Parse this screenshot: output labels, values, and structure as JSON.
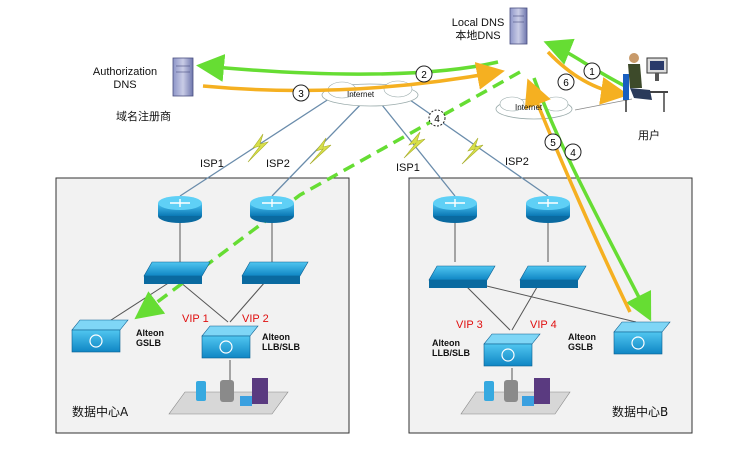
{
  "labels": {
    "auth_dns": "Authorization\nDNS",
    "registrar": "域名注册商",
    "local_dns": "Local DNS\n本地DNS",
    "user": "用户",
    "internet_left": "Internet",
    "internet_right": "Internet",
    "isp1_a": "ISP1",
    "isp2_a": "ISP2",
    "isp1_b": "ISP1",
    "isp2_b": "ISP2",
    "vip1": "VIP 1",
    "vip2": "VIP 2",
    "vip3": "VIP 3",
    "vip4": "VIP 4",
    "alteon_gslb_a": "Alteon\nGSLB",
    "alteon_llb_a": "Alteon\nLLB/SLB",
    "alteon_llb_b": "Alteon\nLLB/SLB",
    "alteon_gslb_b": "Alteon\nGSLB",
    "datacenter_a": "数据中心A",
    "datacenter_b": "数据中心B"
  },
  "steps": [
    "1",
    "2",
    "3",
    "4",
    "5",
    "6",
    "4"
  ],
  "colors": {
    "green": "#66dd33",
    "orange": "#f5b021",
    "lightning": "#d8e04a",
    "link": "#6a8cab",
    "router": "#1a9bd8",
    "vip_red": "#e01010"
  }
}
